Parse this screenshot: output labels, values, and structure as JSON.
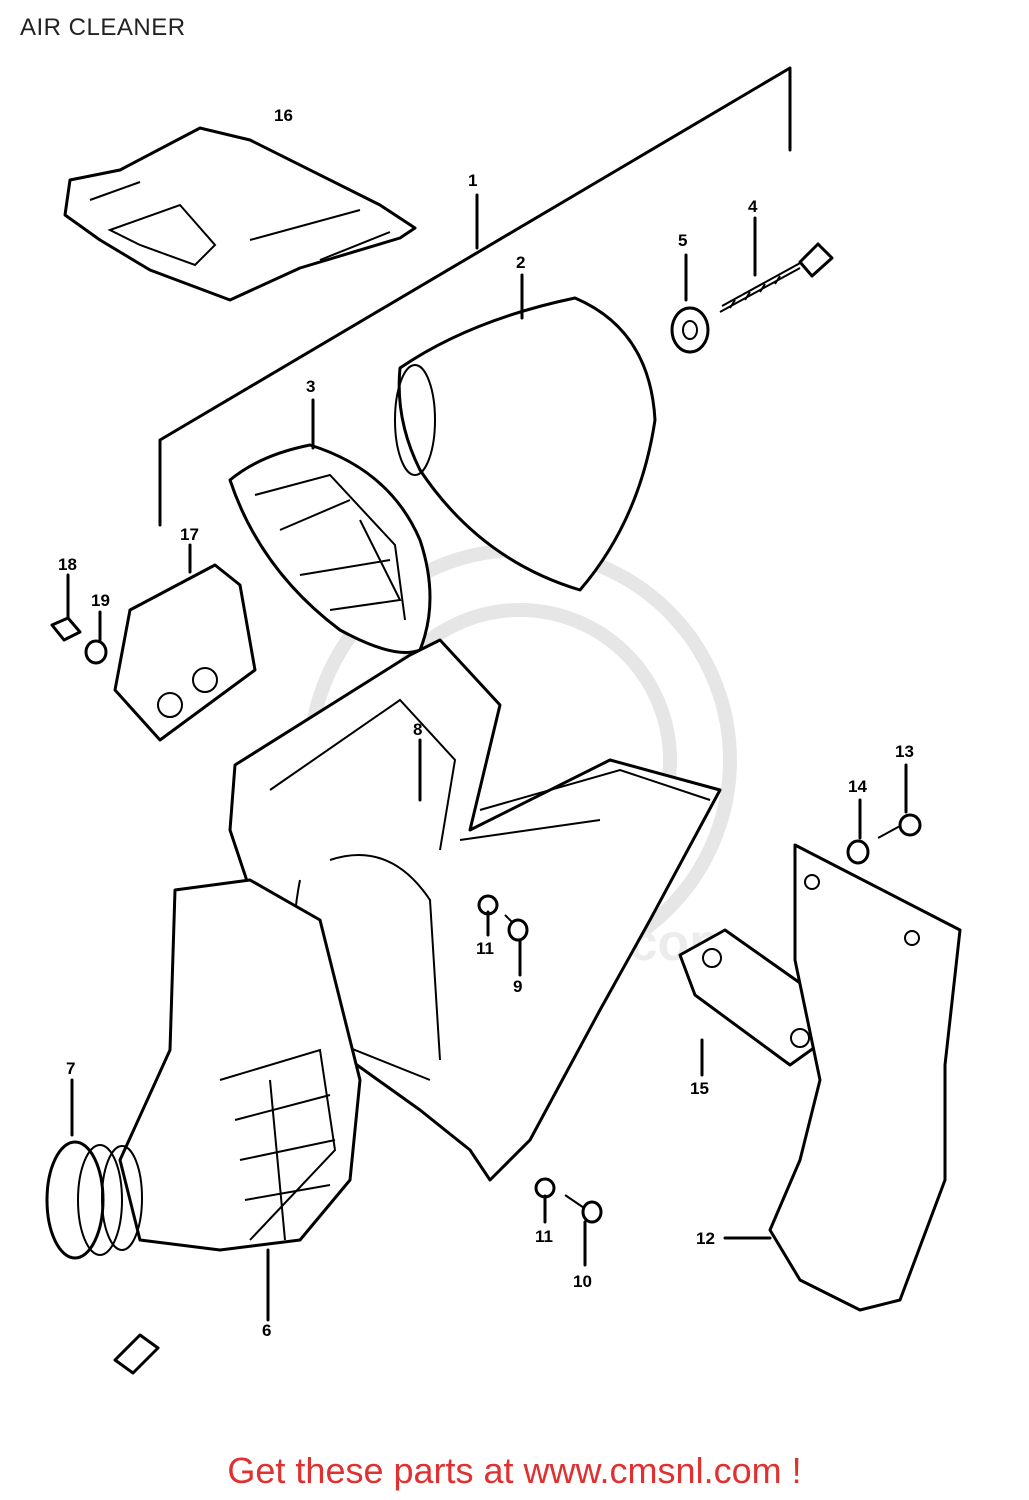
{
  "page_title": "AIR CLEANER",
  "footer_text": "Get these parts at www.cmsnl.com !",
  "watermark": "www.cmsnl.com",
  "callouts": {
    "c1": "1",
    "c2": "2",
    "c3": "3",
    "c4": "4",
    "c5": "5",
    "c6": "6",
    "c7": "7",
    "c8": "8",
    "c9": "9",
    "c10": "10",
    "c11a": "11",
    "c11b": "11",
    "c12": "12",
    "c13": "13",
    "c14": "14",
    "c15": "15",
    "c16": "16",
    "c17": "17",
    "c18": "18",
    "c19": "19"
  },
  "colors": {
    "footer": "#e03030",
    "line": "#000000"
  }
}
